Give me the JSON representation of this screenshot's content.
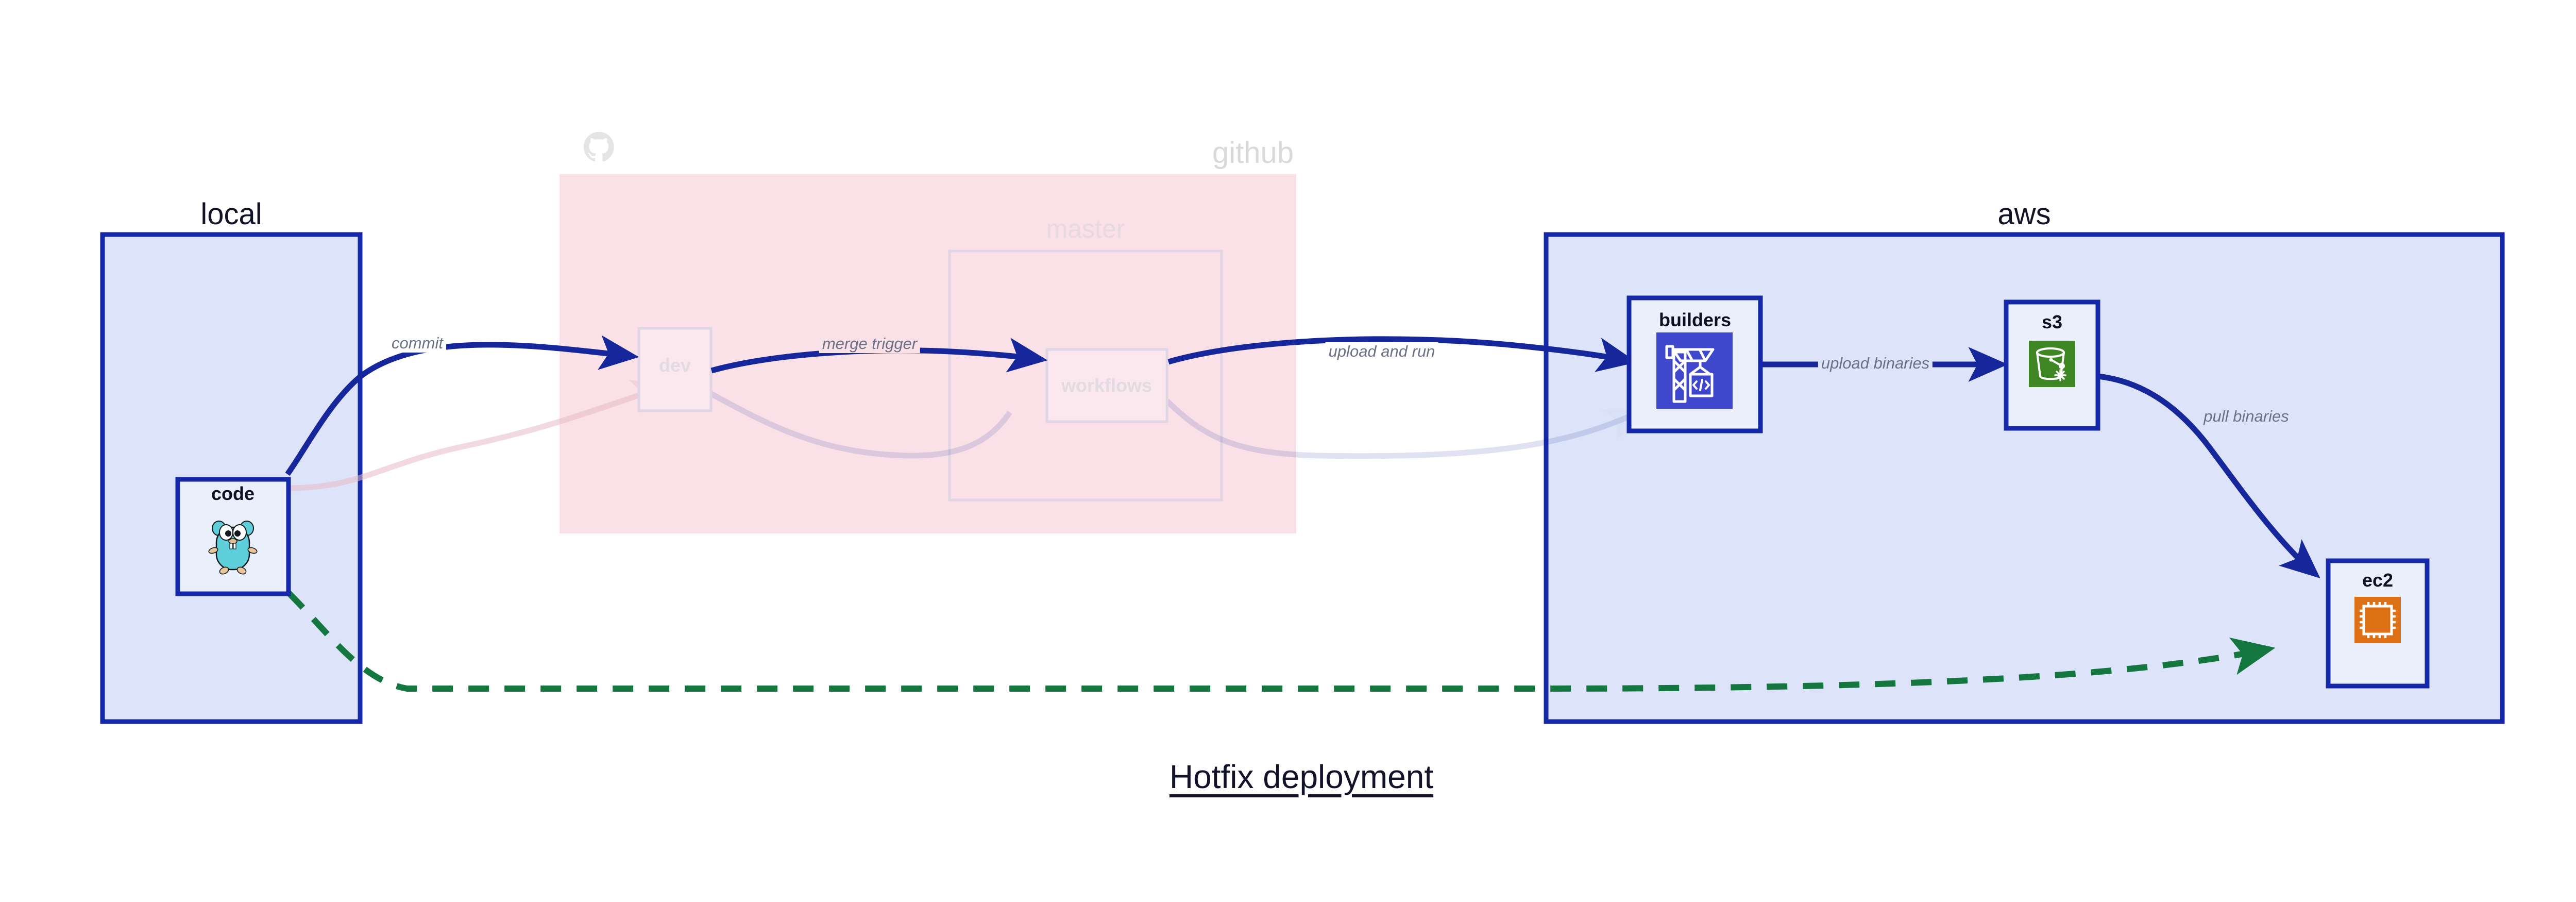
{
  "diagram": {
    "title": "Hotfix deployment",
    "colors": {
      "edge_blue": "#1f35b5",
      "edge_blue_dark": "#16279b",
      "dashed_green": "#14773f",
      "region_blue_fill": "#dde4f9",
      "region_blue_stroke": "#1428a8",
      "region_pink_fill": "#fae0e7",
      "node_fill": "#eaeffc",
      "label_gray": "#6b7086",
      "dim_gray": "#e2dbe2",
      "github_logo": "#e4e4e4",
      "builders_icon": "#3f48cc",
      "s3_icon": "#3f8624",
      "ec2_icon": "#dd7015",
      "gopher_body": "#5ecfd8"
    }
  },
  "regions": [
    {
      "id": "local",
      "label": "local",
      "dimmed": false
    },
    {
      "id": "github",
      "label": "github",
      "dimmed": true
    },
    {
      "id": "aws",
      "label": "aws",
      "dimmed": false
    }
  ],
  "subregions": [
    {
      "id": "master",
      "label": "master",
      "parent": "github",
      "dimmed": true
    }
  ],
  "nodes": [
    {
      "id": "code",
      "label": "code",
      "region": "local",
      "icon": "go-gopher-icon",
      "dimmed": false
    },
    {
      "id": "dev",
      "label": "dev",
      "region": "github",
      "icon": "none",
      "dimmed": true
    },
    {
      "id": "workflows",
      "label": "workflows",
      "region": "master",
      "icon": "none",
      "dimmed": true
    },
    {
      "id": "builders",
      "label": "builders",
      "region": "aws",
      "icon": "aws-codebuild-icon",
      "dimmed": false
    },
    {
      "id": "s3",
      "label": "s3",
      "region": "aws",
      "icon": "aws-s3-bucket-icon",
      "dimmed": false
    },
    {
      "id": "ec2",
      "label": "ec2",
      "region": "aws",
      "icon": "aws-ec2-chip-icon",
      "dimmed": false
    }
  ],
  "edges": [
    {
      "id": "commit",
      "from": "code",
      "to": "dev",
      "label": "commit",
      "style": "solid",
      "dimmed": false
    },
    {
      "id": "merge-trigger",
      "from": "dev",
      "to": "workflows",
      "label": "merge trigger",
      "style": "solid",
      "dimmed": false
    },
    {
      "id": "upload-and-run",
      "from": "workflows",
      "to": "builders",
      "label": "upload and run",
      "style": "solid",
      "dimmed": false
    },
    {
      "id": "upload-binaries",
      "from": "builders",
      "to": "s3",
      "label": "upload binaries",
      "style": "solid",
      "dimmed": false
    },
    {
      "id": "pull-binaries",
      "from": "s3",
      "to": "ec2",
      "label": "pull binaries",
      "style": "solid",
      "dimmed": false
    },
    {
      "id": "hotfix-direct",
      "from": "code",
      "to": "ec2",
      "label": "",
      "style": "dashed",
      "dimmed": false
    },
    {
      "id": "faded-code-dev",
      "from": "code",
      "to": "dev",
      "label": "",
      "style": "solid",
      "dimmed": true
    },
    {
      "id": "faded-dev-workflows",
      "from": "dev",
      "to": "workflows",
      "label": "",
      "style": "solid",
      "dimmed": true
    },
    {
      "id": "faded-workflows-builders",
      "from": "workflows",
      "to": "builders",
      "label": "",
      "style": "solid",
      "dimmed": true
    }
  ]
}
